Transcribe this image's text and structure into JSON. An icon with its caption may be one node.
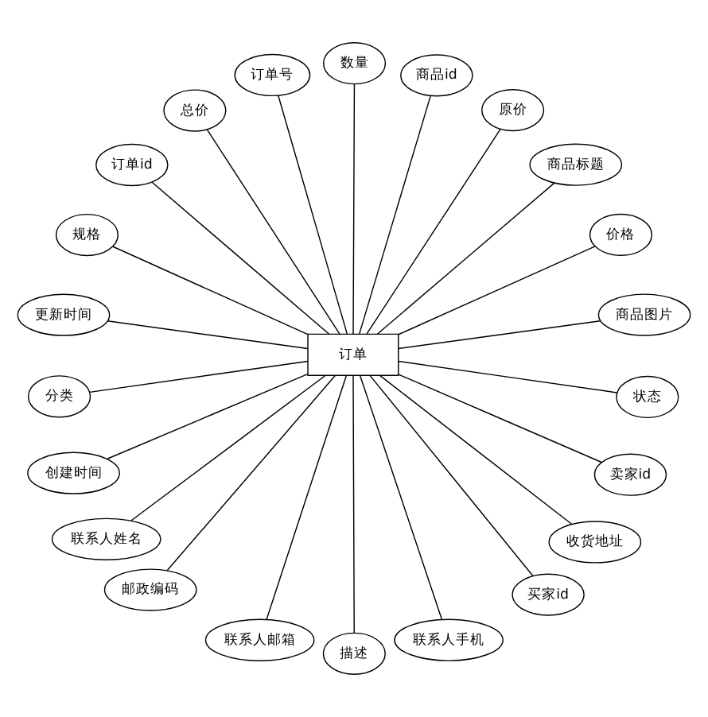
{
  "diagram": {
    "nodes": [
      {
        "text": [
          "商品图片"
        ]
      },
      {
        "text": [
          "价格"
        ]
      },
      {
        "text": [
          "商品标题"
        ]
      },
      {
        "text": [
          "原价"
        ]
      },
      {
        "text": [
          "商品id"
        ]
      },
      {
        "text": [
          "数量"
        ]
      },
      {
        "text": [
          "订单号"
        ]
      },
      {
        "text": [
          "总价"
        ]
      },
      {
        "text": [
          "订单id"
        ]
      },
      {
        "text": [
          "规格"
        ]
      },
      {
        "text": [
          "订单"
        ]
      },
      {
        "text": [
          "更新时间"
        ]
      },
      {
        "text": [
          "分类"
        ]
      },
      {
        "text": [
          "创建时间"
        ]
      },
      {
        "text": [
          "联系人姓名"
        ]
      },
      {
        "text": [
          "邮政编码"
        ]
      },
      {
        "text": [
          "联系人邮箱"
        ]
      },
      {
        "text": [
          "描述"
        ]
      },
      {
        "text": [
          "联系人手机"
        ]
      },
      {
        "text": [
          "买家id"
        ]
      },
      {
        "text": [
          "收货地址"
        ]
      },
      {
        "text": [
          "卖家id"
        ]
      },
      {
        "text": [
          "状态"
        ]
      }
    ],
    "edges": [
      {
        "from": 10,
        "to": 0,
        "arrow": "none"
      },
      {
        "from": 10,
        "to": 1,
        "arrow": "none"
      },
      {
        "from": 10,
        "to": 2,
        "arrow": "none"
      },
      {
        "from": 10,
        "to": 3,
        "arrow": "none"
      },
      {
        "from": 10,
        "to": 4,
        "arrow": "none"
      },
      {
        "from": 10,
        "to": 5,
        "arrow": "none"
      },
      {
        "from": 10,
        "to": 6,
        "arrow": "none"
      },
      {
        "from": 10,
        "to": 7,
        "arrow": "none"
      },
      {
        "from": 10,
        "to": 8,
        "arrow": "none"
      },
      {
        "from": 10,
        "to": 9,
        "arrow": "none"
      },
      {
        "from": 10,
        "to": 11,
        "arrow": "none"
      },
      {
        "from": 10,
        "to": 12,
        "arrow": "none"
      },
      {
        "from": 10,
        "to": 13,
        "arrow": "none"
      },
      {
        "from": 10,
        "to": 14,
        "arrow": "none"
      },
      {
        "from": 10,
        "to": 15,
        "arrow": "none"
      },
      {
        "from": 10,
        "to": 16,
        "arrow": "none"
      },
      {
        "from": 10,
        "to": 17,
        "arrow": "none"
      },
      {
        "from": 10,
        "to": 18,
        "arrow": "none"
      },
      {
        "from": 10,
        "to": 19,
        "arrow": "none"
      },
      {
        "from": 10,
        "to": 20,
        "arrow": "none"
      },
      {
        "from": 10,
        "to": 21,
        "arrow": "none"
      },
      {
        "from": 10,
        "to": 22,
        "arrow": "none"
      }
    ]
  }
}
